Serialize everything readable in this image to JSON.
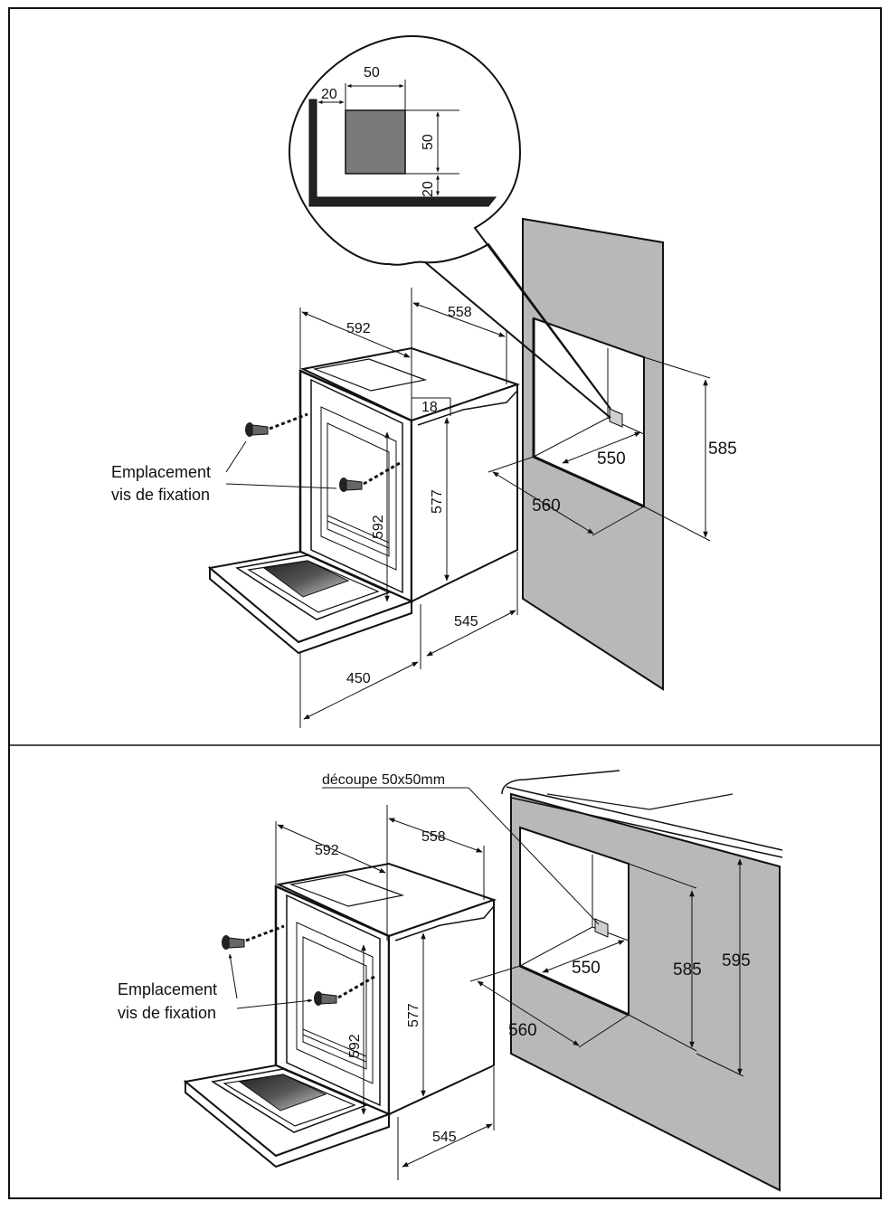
{
  "detail": {
    "width": "50",
    "offset_left": "20",
    "height": "50",
    "offset_bottom": "20"
  },
  "top_install": {
    "oven_width": "592",
    "oven_depth": "558",
    "panel_thickness": "18",
    "body_height": "577",
    "front_height": "592",
    "bottom_depth": "545",
    "door_depth": "450",
    "niche_width": "550",
    "niche_height": "585",
    "niche_depth": "560",
    "screw_label_line1": "Emplacement",
    "screw_label_line2": "vis de fixation"
  },
  "bottom_install": {
    "cutout_label": "découpe 50x50mm",
    "oven_width": "592",
    "oven_depth": "558",
    "body_height": "577",
    "front_height": "592",
    "bottom_depth": "545",
    "niche_width": "550",
    "niche_height": "585",
    "cabinet_height": "595",
    "niche_depth": "560",
    "screw_label_line1": "Emplacement",
    "screw_label_line2": "vis de fixation"
  },
  "colors": {
    "wall_gray": "#b8b8b8",
    "detail_square": "#7a7a7a",
    "line": "#111111"
  }
}
